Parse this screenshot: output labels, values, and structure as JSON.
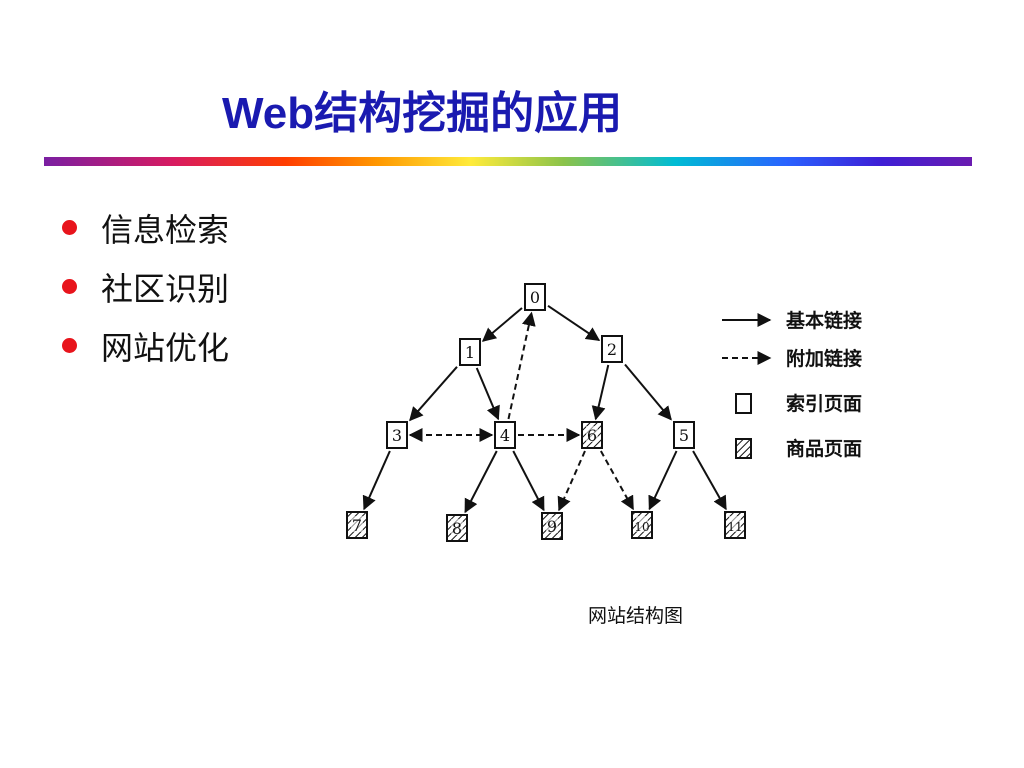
{
  "slide": {
    "title": "Web结构挖掘的应用",
    "bullets": [
      "信息检索",
      "社区识别",
      "网站优化"
    ]
  },
  "diagram": {
    "caption": "网站结构图",
    "nodes": [
      {
        "id": "n0",
        "label": "0",
        "kind": "index"
      },
      {
        "id": "n1",
        "label": "1",
        "kind": "index"
      },
      {
        "id": "n2",
        "label": "2",
        "kind": "index"
      },
      {
        "id": "n3",
        "label": "3",
        "kind": "index"
      },
      {
        "id": "n4",
        "label": "4",
        "kind": "index"
      },
      {
        "id": "n6",
        "label": "6",
        "kind": "product"
      },
      {
        "id": "n5",
        "label": "5",
        "kind": "index"
      },
      {
        "id": "n7",
        "label": "7",
        "kind": "product"
      },
      {
        "id": "n8",
        "label": "8",
        "kind": "product"
      },
      {
        "id": "n9",
        "label": "9",
        "kind": "product"
      },
      {
        "id": "n10",
        "label": "10",
        "kind": "product"
      },
      {
        "id": "n11",
        "label": "11",
        "kind": "product"
      }
    ],
    "edges": [
      {
        "from": "n0",
        "to": "n1",
        "type": "basic"
      },
      {
        "from": "n0",
        "to": "n2",
        "type": "basic"
      },
      {
        "from": "n4",
        "to": "n0",
        "type": "extra"
      },
      {
        "from": "n1",
        "to": "n3",
        "type": "basic"
      },
      {
        "from": "n1",
        "to": "n4",
        "type": "basic"
      },
      {
        "from": "n2",
        "to": "n6",
        "type": "basic"
      },
      {
        "from": "n2",
        "to": "n5",
        "type": "basic"
      },
      {
        "from": "n4",
        "to": "n3",
        "type": "extra",
        "both": true
      },
      {
        "from": "n4",
        "to": "n6",
        "type": "extra"
      },
      {
        "from": "n3",
        "to": "n7",
        "type": "basic"
      },
      {
        "from": "n4",
        "to": "n8",
        "type": "basic"
      },
      {
        "from": "n4",
        "to": "n9",
        "type": "basic"
      },
      {
        "from": "n6",
        "to": "n9",
        "type": "extra"
      },
      {
        "from": "n6",
        "to": "n10",
        "type": "extra"
      },
      {
        "from": "n5",
        "to": "n10",
        "type": "basic"
      },
      {
        "from": "n5",
        "to": "n11",
        "type": "basic"
      }
    ],
    "legend": {
      "basic_link": "基本链接",
      "extra_link": "附加链接",
      "index_page": "索引页面",
      "product_page": "商品页面"
    }
  }
}
